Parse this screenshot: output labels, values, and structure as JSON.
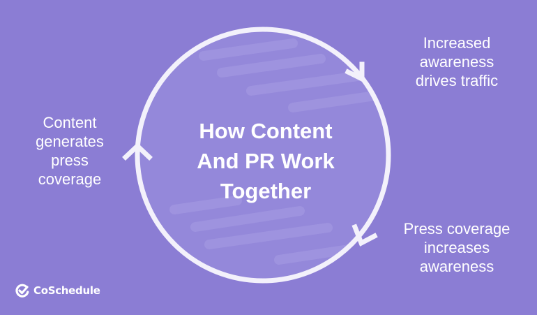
{
  "diagram": {
    "title_lines": [
      "How Content",
      "And PR Work",
      "Together"
    ],
    "steps": [
      {
        "lines": [
          "Increased",
          "awareness",
          "drives traffic"
        ]
      },
      {
        "lines": [
          "Press coverage",
          "increases",
          "awareness"
        ]
      },
      {
        "lines": [
          "Content",
          "generates",
          "press",
          "coverage"
        ]
      }
    ],
    "arrow_direction": "clockwise",
    "colors": {
      "background": "#8b7dd4",
      "circle_fill": "#9488da",
      "stroke": "#f3f1fb",
      "text": "#ffffff"
    }
  },
  "brand": {
    "logo_icon": "coschedule-check-icon",
    "name": "CoSchedule"
  }
}
